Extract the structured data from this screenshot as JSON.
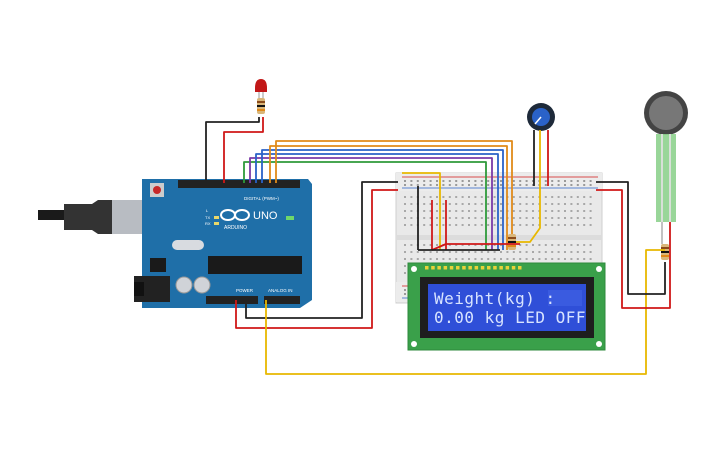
{
  "arduino": {
    "brand": "ARDUINO",
    "model": "UNO",
    "digital_label": "DIGITAL (PWM~)",
    "power_label": "POWER",
    "analog_label": "ANALOG IN",
    "tx_label": "TX",
    "rx_label": "RX",
    "l_label": "L"
  },
  "lcd": {
    "line1": "Weight(kg) :",
    "line2": "0.00 kg  LED OFF"
  },
  "colors": {
    "board": "#1f6fa8",
    "breadboard": "#e9e9e9",
    "lcd_pcb": "#3aa04a",
    "lcd_screen": "#2f4fd8",
    "wire_red": "#d01818",
    "wire_black": "#222222",
    "wire_yellow": "#e8b800",
    "wire_orange": "#e08a1a",
    "wire_blue": "#2a62c8",
    "wire_purple": "#7a3aa8",
    "wire_green": "#2e9a3a"
  }
}
